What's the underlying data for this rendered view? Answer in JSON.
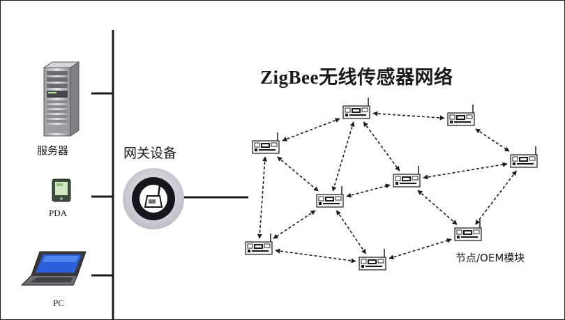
{
  "title": "ZigBee无线传感器网络",
  "devices": {
    "server_label": "服务器",
    "pda_label": "PDA",
    "pc_label": "PC"
  },
  "gateway": {
    "label": "网关设备",
    "icon": "gateway-icon"
  },
  "node_label": "节点/OEM模块",
  "network": {
    "nodes": [
      "n1",
      "n2",
      "n3",
      "n4",
      "n5",
      "n6",
      "n7",
      "n8",
      "n9",
      "n10"
    ],
    "links": [
      [
        "n1",
        "n2"
      ],
      [
        "n1",
        "n3"
      ],
      [
        "n1",
        "n4"
      ],
      [
        "n2",
        "n3"
      ],
      [
        "n2",
        "n5"
      ],
      [
        "n2",
        "n6"
      ],
      [
        "n3",
        "n5"
      ],
      [
        "n3",
        "n8"
      ],
      [
        "n3",
        "n9"
      ],
      [
        "n4",
        "n8"
      ],
      [
        "n4",
        "n9"
      ],
      [
        "n5",
        "n7"
      ],
      [
        "n5",
        "n10"
      ],
      [
        "n6",
        "n7"
      ],
      [
        "n7",
        "n10"
      ],
      [
        "n9",
        "n10"
      ]
    ]
  },
  "colors": {
    "line": "#1a1a1a",
    "pc_screen": "#2b5fd9",
    "gateway_ring": "#c9ccd3"
  }
}
